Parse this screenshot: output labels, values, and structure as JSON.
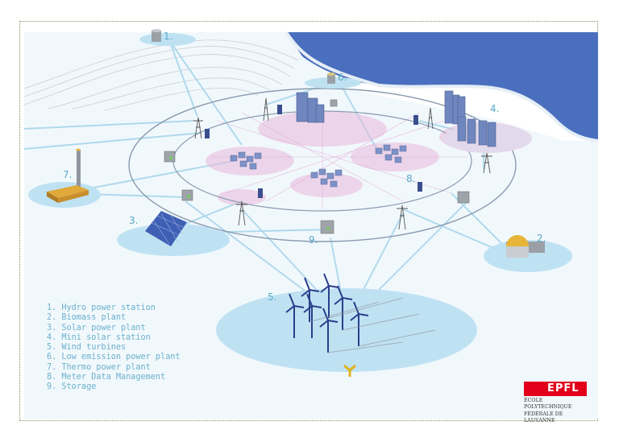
{
  "labels": {
    "n1": "1.",
    "n2": "2.",
    "n3": "3.",
    "n4": "4.",
    "n5": "5.",
    "n6": "6.",
    "n7": "7.",
    "n8": "8.",
    "n9": "9."
  },
  "legend": [
    "1. Hydro power station",
    "2. Biomass plant",
    "3. Solar power plant",
    "4. Mini solar station",
    "5. Wind turbines",
    "6. Low emission power plant",
    "7. Thermo power plant",
    "8. Meter Data Management",
    "9. Storage"
  ],
  "logo": {
    "mark": "EPFL",
    "line1": "ÉCOLE POLYTECHNIQUE",
    "line2": "FÉDÉRALE DE LAUSANNE"
  },
  "colors": {
    "water": "#4a6fbf",
    "platform": "#cfe8f4",
    "link": "#a9d6ea",
    "ring": "#8a9ab0",
    "accent_pink": "#e8b9dc",
    "logo_red": "#e3001b"
  }
}
